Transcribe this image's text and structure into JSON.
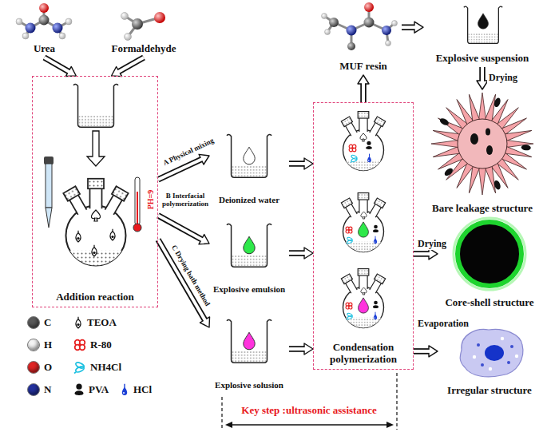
{
  "diagram": {
    "nodes": [
      {
        "text": [
          "Urea"
        ]
      },
      {
        "text": [
          "Formaldehyde"
        ]
      },
      {
        "text": [
          "Addition reaction"
        ]
      },
      {
        "text": [
          "Deionized water"
        ]
      },
      {
        "text": [
          "Explosive emulsion"
        ]
      },
      {
        "text": [
          "Explosive solusion"
        ]
      },
      {
        "text": [
          "Condensation polymerization"
        ]
      },
      {
        "text": [
          "MUF resin"
        ]
      },
      {
        "text": [
          "Explosive suspension"
        ]
      },
      {
        "text": [
          "Bare leakage structure"
        ]
      },
      {
        "text": [
          "Core-shell structure"
        ]
      },
      {
        "text": [
          "Irregular structure"
        ]
      }
    ],
    "edges": [
      {
        "from": 0,
        "to": 2,
        "arrow": "to"
      },
      {
        "from": 1,
        "to": 2,
        "arrow": "to"
      },
      {
        "from": 2,
        "to": 3,
        "label": "A Physical mixing",
        "arrow": "to"
      },
      {
        "from": 2,
        "to": 4,
        "label": "B Interfacial polymerization",
        "arrow": "to"
      },
      {
        "from": 2,
        "to": 5,
        "label": "C Drying bath method",
        "arrow": "to"
      },
      {
        "from": 3,
        "to": 6,
        "arrow": "to"
      },
      {
        "from": 4,
        "to": 6,
        "arrow": "to"
      },
      {
        "from": 5,
        "to": 6,
        "arrow": "to"
      },
      {
        "from": 6,
        "to": 7,
        "arrow": "to"
      },
      {
        "from": 7,
        "to": 8,
        "arrow": "to"
      },
      {
        "from": 8,
        "to": 9,
        "label": "Drying",
        "arrow": "to"
      },
      {
        "from": 6,
        "to": 10,
        "label": "Drying",
        "arrow": "to"
      },
      {
        "from": 6,
        "to": 11,
        "label": "Evaporation",
        "arrow": "to"
      }
    ],
    "labels": [
      "PH=9",
      "Key step :ultrasonic assistance"
    ],
    "legend": [
      {
        "text": "C",
        "color": "#5a5a5a"
      },
      {
        "text": "TEOA"
      },
      {
        "text": "H",
        "color": "#f4f4f4"
      },
      {
        "text": "R-80"
      },
      {
        "text": "O",
        "color": "#e02424"
      },
      {
        "text": "NH4Cl"
      },
      {
        "text": "N",
        "color": "#23309c"
      },
      {
        "text": "PVA"
      },
      {
        "text": "HCl"
      }
    ]
  }
}
